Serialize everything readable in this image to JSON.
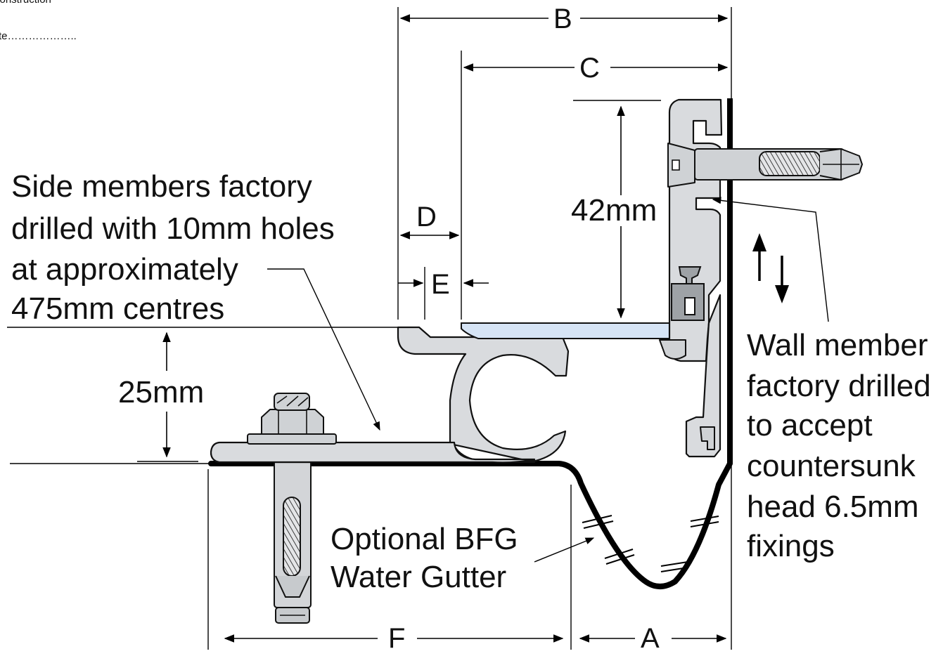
{
  "header": {
    "line1": "construction",
    "line2": "te……………….."
  },
  "dimensions": {
    "A": "A",
    "B": "B",
    "C": "C",
    "D": "D",
    "E": "E",
    "F": "F",
    "height_42": "42mm",
    "height_25": "25mm"
  },
  "callouts": {
    "side_members": [
      "Side members factory",
      "drilled with 10mm holes",
      "at approximately",
      "475mm centres"
    ],
    "water_gutter": [
      "Optional BFG",
      "Water Gutter"
    ],
    "wall_member": [
      "Wall member",
      "factory drilled",
      "to accept",
      "countersunk",
      "head 6.5mm",
      "fixings"
    ]
  },
  "colors": {
    "aluminium": "#d9dbde",
    "glass": "#d6e4f5",
    "gasket": "#9ea2a6",
    "membrane": "#000000"
  }
}
